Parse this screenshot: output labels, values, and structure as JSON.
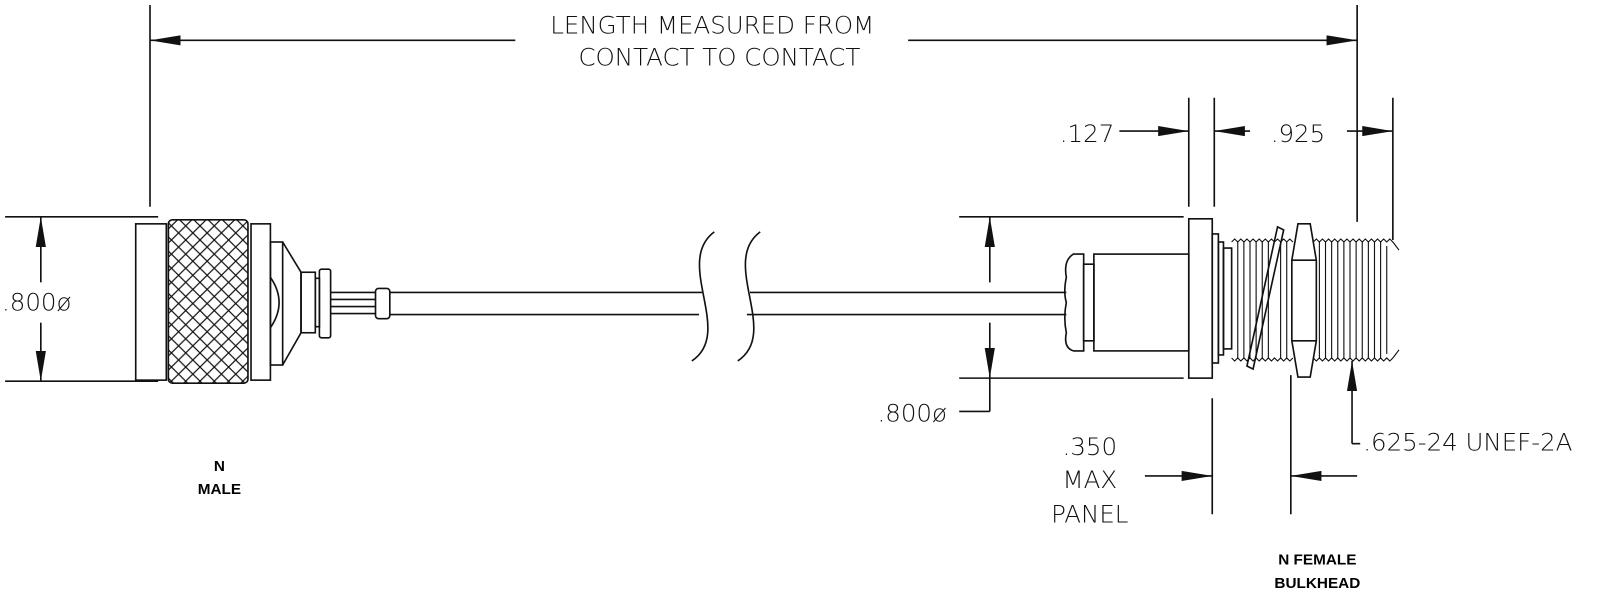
{
  "length_note": {
    "line1": "LENGTH MEASURED FROM",
    "line2": "CONTACT TO CONTACT"
  },
  "left_connector": {
    "diameter": ".800ø",
    "label_line1": "N",
    "label_line2": "MALE"
  },
  "right_connector": {
    "diameter": ".800ø",
    "flange_thickness": ".127",
    "thread_length": ".925",
    "panel_line1": ".350",
    "panel_line2": "MAX",
    "panel_line3": "PANEL",
    "thread_spec": ".625-24 UNEF-2A",
    "label_line1": "N FEMALE",
    "label_line2": "BULKHEAD"
  },
  "colors": {
    "line": "#111111",
    "background": "#ffffff"
  }
}
